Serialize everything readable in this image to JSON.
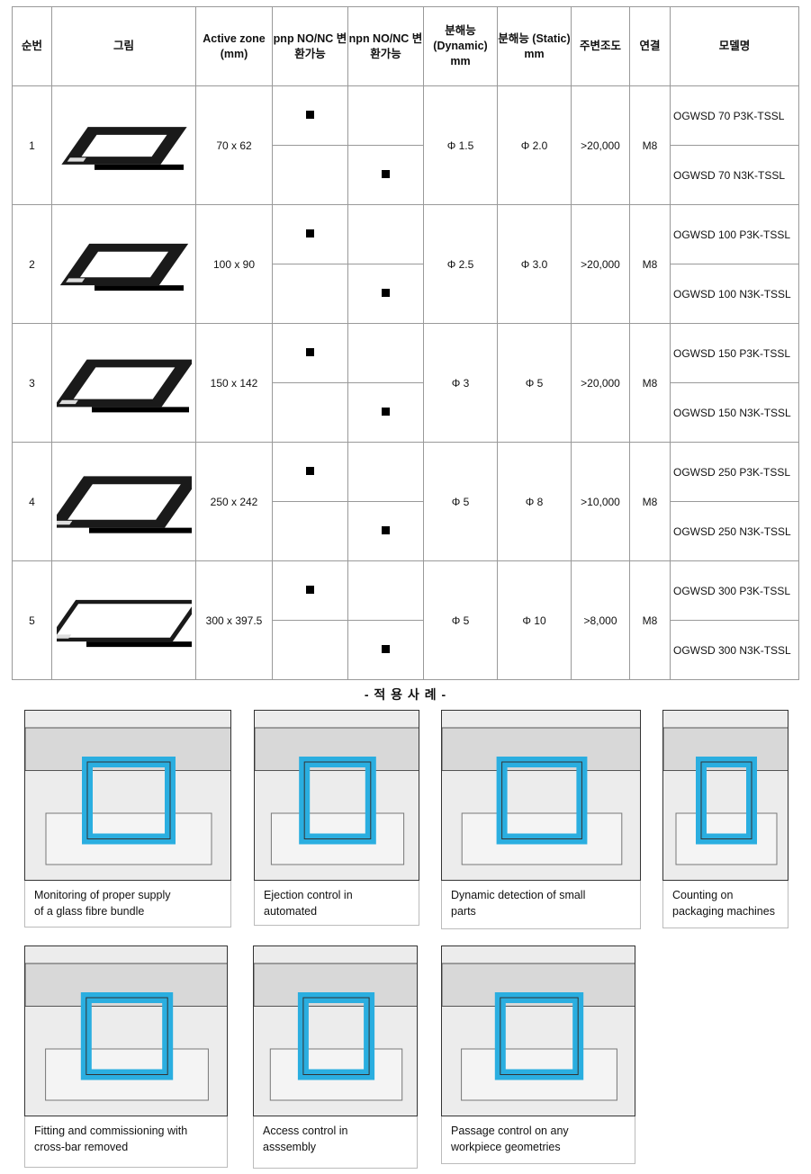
{
  "header": [
    "순번",
    "그림",
    "Active zone (mm)",
    "pnp NO/NC 변환가능",
    "npn NO/NC 변환가능",
    "분해능 (Dynamic) mm",
    "분해능 (Static) mm",
    "주변조도",
    "연결",
    "모델명"
  ],
  "rows": [
    {
      "no": "1",
      "zone": "70 x 62",
      "dynamic": "Φ 1.5",
      "static": "Φ 2.0",
      "lux": ">20,000",
      "conn": "M8",
      "models": [
        "OGWSD 70 P3K-TSSL",
        "OGWSD 70 N3K-TSSL"
      ]
    },
    {
      "no": "2",
      "zone": "100 x 90",
      "dynamic": "Φ 2.5",
      "static": "Φ 3.0",
      "lux": ">20,000",
      "conn": "M8",
      "models": [
        "OGWSD 100 P3K-TSSL",
        "OGWSD 100 N3K-TSSL"
      ]
    },
    {
      "no": "3",
      "zone": "150 x 142",
      "dynamic": "Φ 3",
      "static": "Φ 5",
      "lux": ">20,000",
      "conn": "M8",
      "models": [
        "OGWSD 150 P3K-TSSL",
        "OGWSD 150 N3K-TSSL"
      ]
    },
    {
      "no": "4",
      "zone": "250 x 242",
      "dynamic": "Φ 5",
      "static": "Φ 8",
      "lux": ">10,000",
      "conn": "M8",
      "models": [
        "OGWSD 250 P3K-TSSL",
        "OGWSD 250 N3K-TSSL"
      ]
    },
    {
      "no": "5",
      "zone": "300 x 397.5",
      "dynamic": "Φ 5",
      "static": "Φ 10",
      "lux": ">8,000",
      "conn": "M8",
      "models": [
        "OGWSD 300 P3K-TSSL",
        "OGWSD 300 N3K-TSSL"
      ]
    }
  ],
  "section_title": "- 적 용 사 례 -",
  "applications": [
    {
      "caption": "Monitoring of proper supply\nof a glass fibre bundle"
    },
    {
      "caption": "Ejection control in\nautomated"
    },
    {
      "caption": "Dynamic detection of small\nparts"
    },
    {
      "caption": "Counting on\npackaging machines"
    },
    {
      "caption": "Fitting and commissioning with\ncross-bar removed"
    },
    {
      "caption": "Access control in\nasssembly"
    },
    {
      "caption": "Passage control on any\nworkpiece geometries"
    }
  ],
  "colors": {
    "sensor_blue": "#2aaee0",
    "frame_black": "#1a1a1a"
  }
}
